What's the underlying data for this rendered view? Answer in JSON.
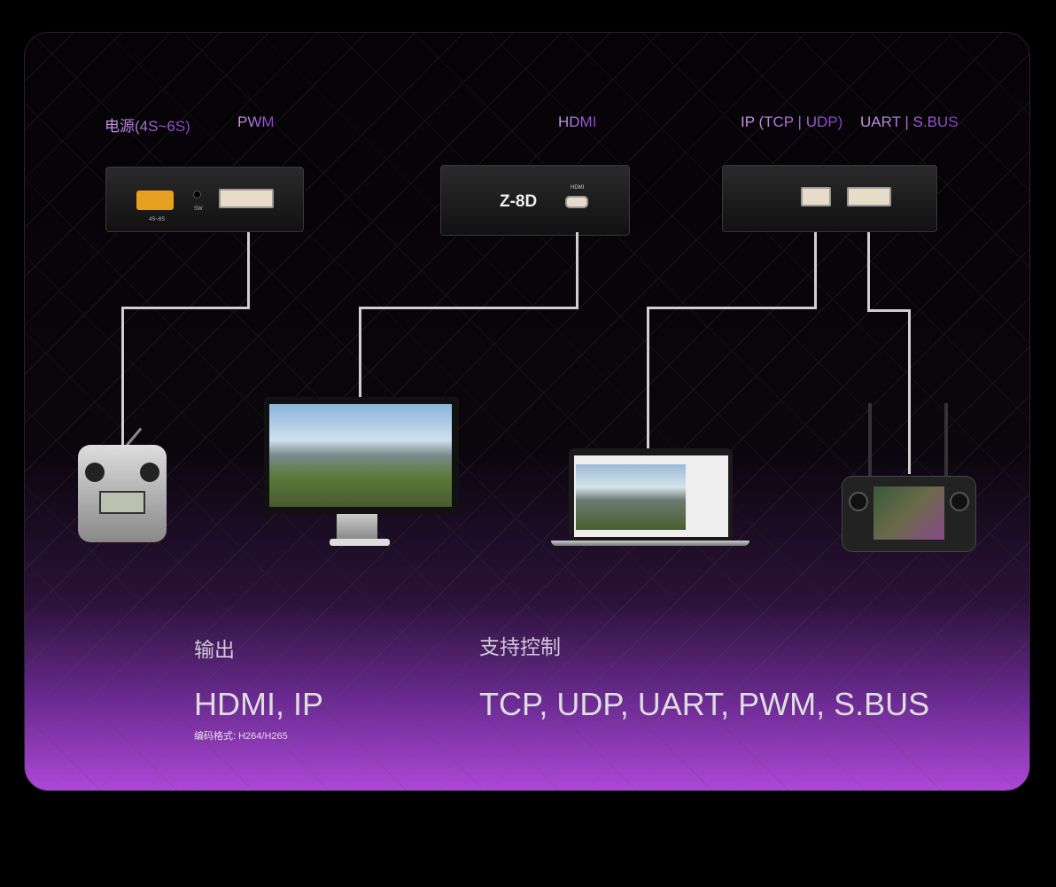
{
  "port_labels": {
    "power": "电源(4S~6S)",
    "pwm": "PWM",
    "hdmi": "HDMI",
    "ip": "IP (TCP | UDP)",
    "uart": "UART | S.BUS"
  },
  "device": {
    "model": "Z-8D",
    "hdmi_port": "HDMI",
    "power_port": "4S~6S",
    "switch": "SW"
  },
  "output": {
    "heading": "输出",
    "value": "HDMI, IP",
    "note": "编码格式: H264/H265"
  },
  "control": {
    "heading": "支持控制",
    "value": "TCP, UDP, UART, PWM, S.BUS"
  }
}
